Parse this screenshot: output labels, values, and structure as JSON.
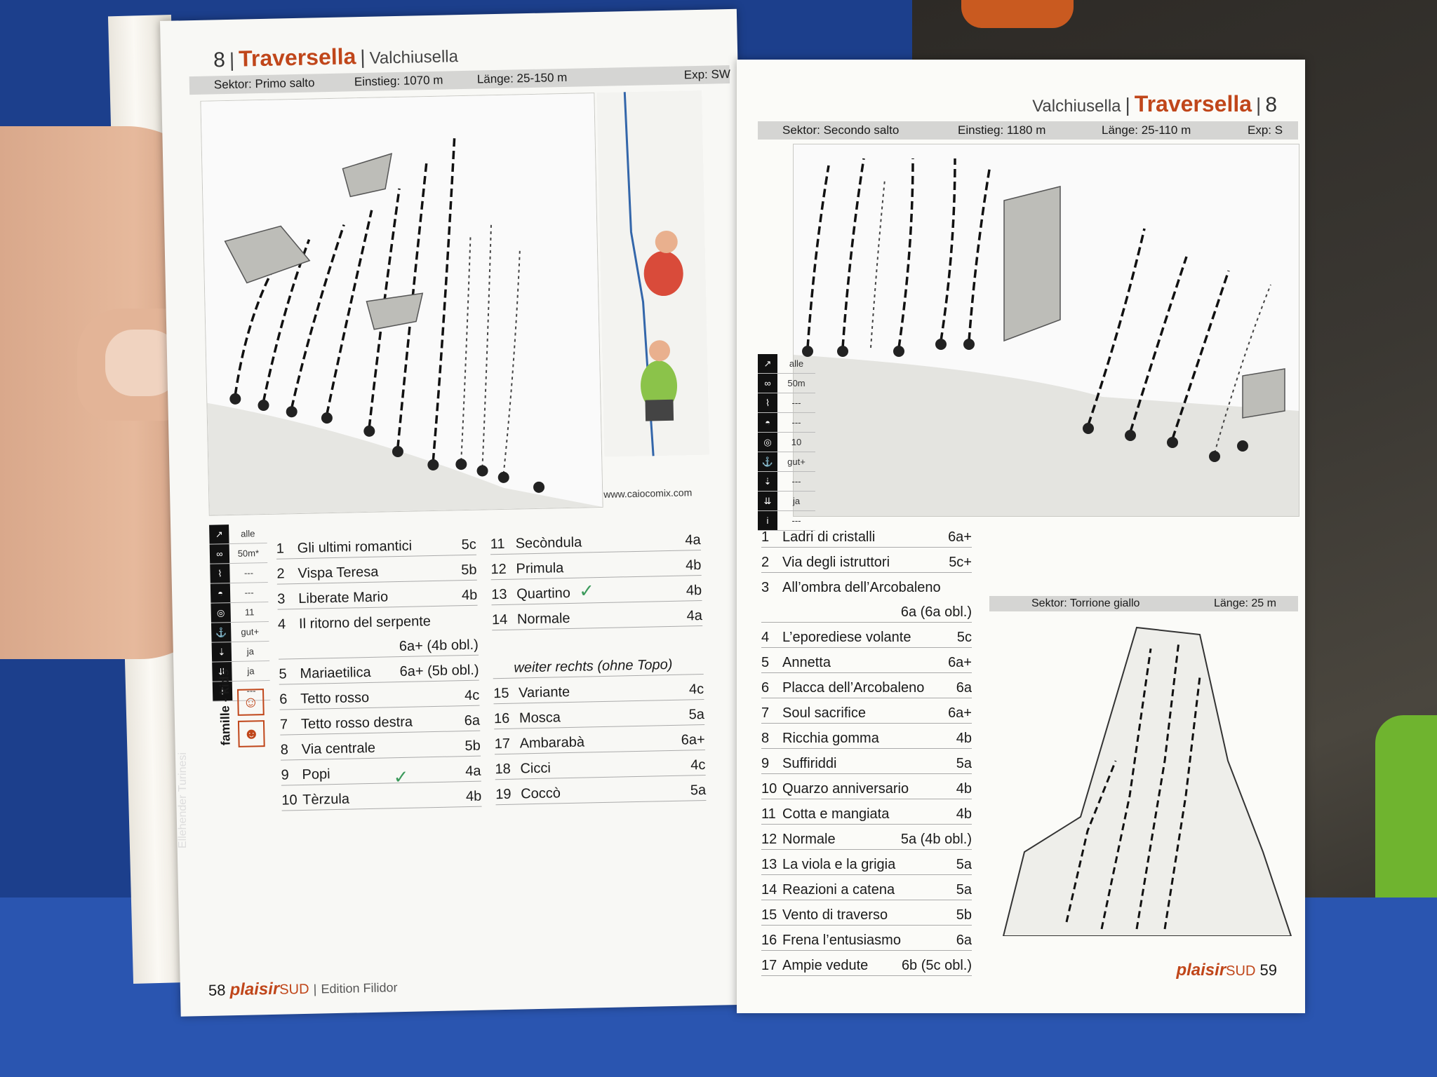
{
  "left_page": {
    "number": "8",
    "title": "Traversella",
    "region": "Valchiusella",
    "sector": {
      "label": "Sektor: Primo salto",
      "einstieg": "Einstieg: 1070 m",
      "laenge": "Länge: 25-150 m",
      "exp": "Exp: SW"
    },
    "icons": [
      {
        "icon": "Route",
        "value": "alle"
      },
      {
        "icon": "rope",
        "value": "50m*"
      },
      {
        "icon": "quickdraw",
        "value": "---"
      },
      {
        "icon": "helmet",
        "value": "---"
      },
      {
        "icon": "bolts",
        "value": "11"
      },
      {
        "icon": "anchor",
        "value": "gut+"
      },
      {
        "icon": "abseil",
        "value": "ja"
      },
      {
        "icon": "lower",
        "value": "ja"
      },
      {
        "icon": "info",
        "value": "---"
      }
    ],
    "kids_label": "famille - kids",
    "url": "www.caiocomix.com",
    "routes_col1": [
      {
        "n": "1",
        "name": "Gli ultimi romantici",
        "grade": "5c"
      },
      {
        "n": "2",
        "name": "Vispa Teresa",
        "grade": "5b"
      },
      {
        "n": "3",
        "name": "Liberate Mario",
        "grade": "4b"
      },
      {
        "n": "4",
        "name": "Il ritorno del serpente",
        "grade": ""
      },
      {
        "n": "",
        "name": "",
        "grade": "6a+ (4b obl.)"
      },
      {
        "n": "5",
        "name": "Mariaetilica",
        "grade": "6a+ (5b obl.)"
      },
      {
        "n": "6",
        "name": "Tetto rosso",
        "grade": "4c"
      },
      {
        "n": "7",
        "name": "Tetto rosso destra",
        "grade": "6a"
      },
      {
        "n": "8",
        "name": "Via centrale",
        "grade": "5b"
      },
      {
        "n": "9",
        "name": "Popi",
        "grade": "4a"
      },
      {
        "n": "10",
        "name": "Tèrzula",
        "grade": "4b"
      }
    ],
    "routes_col2": [
      {
        "n": "11",
        "name": "Secòndula",
        "grade": "4a"
      },
      {
        "n": "12",
        "name": "Primula",
        "grade": "4b"
      },
      {
        "n": "13",
        "name": "Quartino",
        "grade": "4b"
      },
      {
        "n": "14",
        "name": "Normale",
        "grade": "4a"
      }
    ],
    "col2_subtitle": "weiter rechts (ohne Topo)",
    "routes_col2b": [
      {
        "n": "15",
        "name": "Variante",
        "grade": "4c"
      },
      {
        "n": "16",
        "name": "Mosca",
        "grade": "5a"
      },
      {
        "n": "17",
        "name": "Ambarabà",
        "grade": "6a+"
      },
      {
        "n": "18",
        "name": "Cicci",
        "grade": "4c"
      },
      {
        "n": "19",
        "name": "Coccò",
        "grade": "5a"
      }
    ],
    "footer": {
      "page": "58",
      "brand": "plaisir",
      "sud": "SUD",
      "pub": "Edition Filidor"
    }
  },
  "right_page": {
    "number": "8",
    "title": "Traversella",
    "region": "Valchiusella",
    "sector": {
      "label": "Sektor: Secondo salto",
      "einstieg": "Einstieg: 1180 m",
      "laenge": "Länge: 25-110 m",
      "exp": "Exp: S"
    },
    "icons": [
      {
        "icon": "Route",
        "value": "alle"
      },
      {
        "icon": "rope",
        "value": "50m"
      },
      {
        "icon": "quickdraw",
        "value": "---"
      },
      {
        "icon": "helmet",
        "value": "---"
      },
      {
        "icon": "bolts",
        "value": "10"
      },
      {
        "icon": "anchor",
        "value": "gut+"
      },
      {
        "icon": "abseil",
        "value": "---"
      },
      {
        "icon": "lower",
        "value": "ja"
      },
      {
        "icon": "info",
        "value": "---"
      }
    ],
    "routes": [
      {
        "n": "1",
        "name": "Ladri di cristalli",
        "grade": "6a+"
      },
      {
        "n": "2",
        "name": "Via degli istruttori",
        "grade": "5c+"
      },
      {
        "n": "3",
        "name": "All’ombra dell’Arcobaleno",
        "grade": ""
      },
      {
        "n": "",
        "name": "",
        "grade": "6a (6a obl.)"
      },
      {
        "n": "4",
        "name": "L’eporediese volante",
        "grade": "5c"
      },
      {
        "n": "5",
        "name": "Annetta",
        "grade": "6a+"
      },
      {
        "n": "6",
        "name": "Placca dell’Arcobaleno",
        "grade": "6a"
      },
      {
        "n": "7",
        "name": "Soul sacrifice",
        "grade": "6a+"
      },
      {
        "n": "8",
        "name": "Ricchia gomma",
        "grade": "4b"
      },
      {
        "n": "9",
        "name": "Suffiriddi",
        "grade": "5a"
      },
      {
        "n": "10",
        "name": "Quarzo anniversario",
        "grade": "4b"
      },
      {
        "n": "11",
        "name": "Cotta e mangiata",
        "grade": "4b"
      },
      {
        "n": "12",
        "name": "Normale",
        "grade": "5a (4b obl.)"
      },
      {
        "n": "13",
        "name": "La viola e la grigia",
        "grade": "5a"
      },
      {
        "n": "14",
        "name": "Reazioni a catena",
        "grade": "5a"
      },
      {
        "n": "15",
        "name": "Vento di traverso",
        "grade": "5b"
      },
      {
        "n": "16",
        "name": "Frena l’entusiasmo",
        "grade": "6a"
      },
      {
        "n": "17",
        "name": "Ampie vedute",
        "grade": "6b (5c obl.)"
      }
    ],
    "sector2": {
      "label": "Sektor: Torrione giallo",
      "laenge": "Länge: 25 m"
    },
    "footer": {
      "page": "59",
      "brand": "plaisir",
      "sud": "SUD"
    }
  },
  "spine_text": "Ellehender Turinesi"
}
